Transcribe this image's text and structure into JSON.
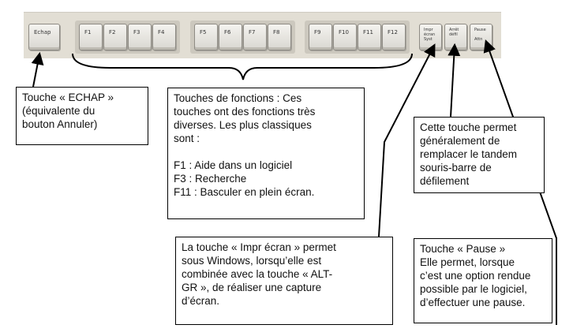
{
  "keys": {
    "esc": "Echap",
    "f1": "F1",
    "f2": "F2",
    "f3": "F3",
    "f4": "F4",
    "f5": "F5",
    "f6": "F6",
    "f7": "F7",
    "f8": "F8",
    "f9": "F9",
    "f10": "F10",
    "f11": "F11",
    "f12": "F12",
    "print_screen": "Impr\nécran\nSyst",
    "scroll_lock": "Arrêt\ndéfil",
    "pause": "Pause\n\nAttn"
  },
  "callouts": {
    "esc": {
      "lines": [
        "Touche « ECHAP »",
        "(équivalente du",
        "bouton Annuler)"
      ]
    },
    "function_keys": {
      "lines": [
        "Touches de fonctions : Ces",
        "touches ont des fonctions très",
        "diverses. Les plus classiques",
        "sont :",
        "",
        "F1 : Aide dans un logiciel",
        "F3 : Recherche",
        "F11 : Basculer en plein écran."
      ]
    },
    "scroll_lock": {
      "lines": [
        "Cette touche permet",
        "généralement de",
        "remplacer le tandem",
        "souris-barre de",
        "défilement"
      ]
    },
    "print_screen": {
      "lines": [
        "La touche « Impr écran » permet",
        "sous Windows, lorsqu’elle est",
        "combinée avec la touche « ALT-",
        "GR », de réaliser une capture",
        "d’écran."
      ]
    },
    "pause": {
      "lines": [
        "Touche « Pause »",
        "Elle permet, lorsque",
        "c’est une option rendue",
        "possible par le logiciel,",
        "d’effectuer une pause."
      ]
    }
  }
}
